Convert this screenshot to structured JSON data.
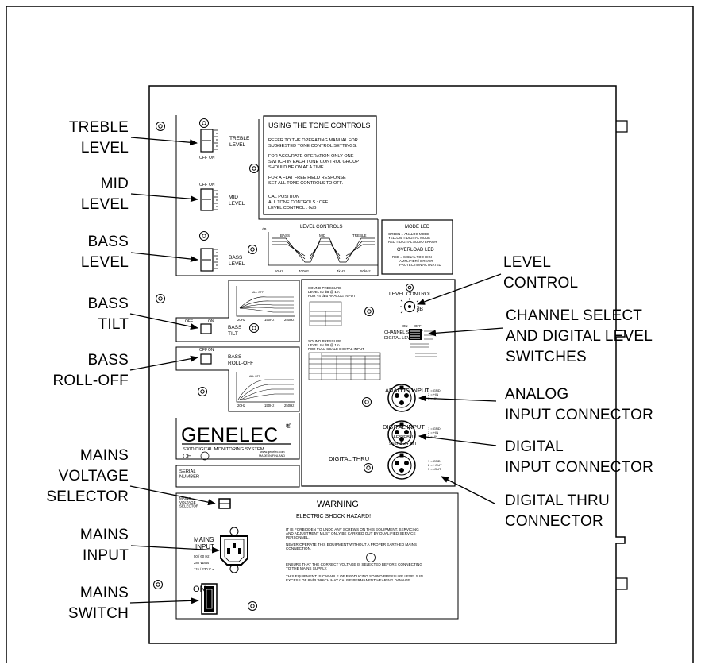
{
  "callouts": {
    "treble_level": "TREBLE\nLEVEL",
    "mid_level": "MID\nLEVEL",
    "bass_level": "BASS\nLEVEL",
    "bass_tilt": "BASS\nTILT",
    "bass_rolloff": "BASS\nROLL-OFF",
    "mains_voltage_selector": "MAINS\nVOLTAGE\nSELECTOR",
    "mains_input": "MAINS\nINPUT",
    "mains_switch": "MAINS\nSWITCH",
    "level_control": "LEVEL\nCONTROL",
    "channel_select": "CHANNEL SELECT\nAND DIGITAL LEVEL\nSWITCHES",
    "analog_input_connector": "ANALOG\nINPUT CONNECTOR",
    "digital_input_connector": "DIGITAL\nINPUT CONNECTOR",
    "digital_thru_connector": "DIGITAL THRU\nCONNECTOR"
  },
  "panel": {
    "tone_box": {
      "title": "USING THE TONE CONTROLS",
      "p1a": "REFER TO THE OPERATING MANUAL FOR",
      "p1b": "SUGGESTED TONE CONTROL SETTINGS.",
      "p2a": "FOR ACCURATE OPERATION ONLY ONE",
      "p2b": "SWITCH IN EACH TONE CONTROL GROUP",
      "p2c": "SHOULD BE ON AT A TIME.",
      "p3a": "FOR A FLAT FREE FIELD RESPONSE",
      "p3b": "SET ALL TONE CONTROLS TO OFF.",
      "cal1": "CAL POSITION",
      "cal2": "ALL TONE CONTROLS : OFF",
      "cal3": "LEVEL CONTROL : 0dB"
    },
    "switch_labels": {
      "treble": "TREBLE\nLEVEL",
      "mid": "MID\nLEVEL",
      "bass": "BASS\nLEVEL",
      "tilt": "BASS\nTILT",
      "rolloff": "BASS\nROLL-OFF",
      "off": "OFF",
      "on": "ON"
    },
    "level_controls_graph": {
      "title": "LEVEL CONTROLS",
      "bass": "BASS",
      "mid": "MID",
      "treble": "TREBLE",
      "x1": "50Hz",
      "x2": "400Hz",
      "x3": "4kHz",
      "x4": "50kHz",
      "db": "dB"
    },
    "tilt_graph": {
      "x1": "20Hz",
      "x2": "150Hz",
      "x3": "250Hz",
      "all_off": "ALL OFF"
    },
    "rolloff_graph": {
      "x1": "20Hz",
      "x2": "150Hz",
      "x3": "250Hz",
      "all_off": "ALL OFF"
    },
    "mode_led": {
      "title": "MODE LED",
      "l1": "GREEN = ANALOG MODE",
      "l2": "YELLOW = DIGITAL MODE",
      "l3": "RED = DIGITAL AUDIO ERROR",
      "title2": "OVERLOAD LED",
      "l4": "RED = SIGNAL TOO HIGH",
      "l5": "AMPLIFIER / DRIVER",
      "l6": "PROTECTION ACTIVATED"
    },
    "io": {
      "sp_analog1": "SOUND PRESSURE",
      "sp_analog2": "LEVEL IN dB @ 1m",
      "sp_analog3": "FOR +4 dBu ANALOG INPUT",
      "sp_digital1": "SOUND PRESSURE",
      "sp_digital2": "LEVEL IN dB @ 1m",
      "sp_digital3": "FOR FULL-SCALE DIGITAL INPUT",
      "level_control": "LEVEL CONTROL",
      "db": "dB",
      "channel_select": "CHANNEL SELECT",
      "digital_level": "DIGITAL LEVEL",
      "on": "ON",
      "off": "OFF",
      "analog_input": "ANALOG INPUT",
      "digital_input": "DIGITAL INPUT",
      "aes1": "AES/EBU",
      "aes2": "96kHz 24 BIT",
      "digital_thru": "DIGITAL THRU",
      "pin_gnd": "1 = GND",
      "pin_in2": "2 = +IN",
      "pin_in3": "3 = -IN",
      "pin_out2": "2 = +OUT",
      "pin_out3": "3 = -OUT"
    },
    "genelec": {
      "logo": "GENELEC",
      "reg": "®",
      "subtitle": "S30D DIGITAL MONITORING SYSTEM",
      "ce": "CE",
      "web": "www.genelec.com",
      "made": "MADE IN FINLAND"
    },
    "serial": "SERIAL\nNUMBER",
    "warning": {
      "title": "WARNING",
      "subtitle": "ELECTRIC SHOCK HAZARD!",
      "t1": "IT IS FORBIDDEN TO UNDO ANY SCREWS ON THIS EQUIPMENT. SERVICING",
      "t2": "AND ADJUSTMENT MUST ONLY BE CARRIED OUT BY QUALIFIED SERVICE",
      "t3": "PERSONNEL.",
      "t4": "NEVER OPERATE THIS EQUIPMENT WITHOUT A PROPER EARTHED MAINS",
      "t5": "CONNECTION.",
      "t6": "ENSURE THAT THE CORRECT VOLTAGE IS SELECTED BEFORE CONNECTING",
      "t7": "TO THE MAINS SUPPLY.",
      "t8": "THIS EQUIPMENT IS CAPABLE OF PRODUCING SOUND PRESSURE LEVELS IN",
      "t9": "EXCESS OF 85dB WHICH MAY CAUSE PERMANENT HEARING DAMAGE."
    },
    "mains": {
      "label1": "MAINS",
      "label2": "INPUT",
      "spec1": "50 / 60 Hz",
      "spec2": "280 Watts",
      "spec3": "115 / 230 V ~",
      "voltage_label": "MAINS\nVOLTAGE\nSELECTOR",
      "on": "ON"
    }
  }
}
